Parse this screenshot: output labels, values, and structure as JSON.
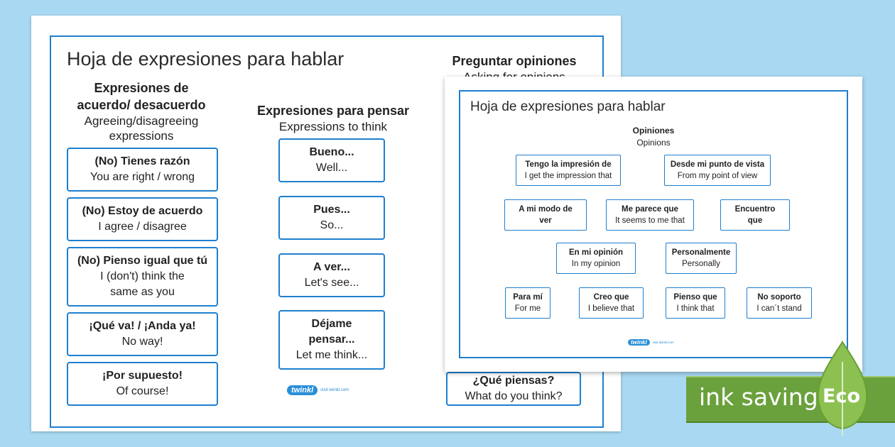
{
  "back_sheet": {
    "title": "Hoja de expresiones para hablar",
    "col1": {
      "heading": "Expresiones de acuerdo/ desacuerdo",
      "subheading": "Agreeing/disagreeing expressions",
      "items": [
        {
          "es": "(No) Tienes razón",
          "en": "You are right / wrong"
        },
        {
          "es": "(No) Estoy de acuerdo",
          "en": "I agree / disagree"
        },
        {
          "es": "(No) Pienso igual que tú",
          "en": "I (don't) think the same as you"
        },
        {
          "es": "¡Qué va! / ¡Anda ya!",
          "en": "No way!"
        },
        {
          "es": "¡Por supuesto!",
          "en": "Of course!"
        }
      ]
    },
    "col2": {
      "heading": "Expresiones para pensar",
      "subheading": "Expressions to think",
      "items": [
        {
          "es": "Bueno...",
          "en": "Well..."
        },
        {
          "es": "Pues...",
          "en": "So..."
        },
        {
          "es": "A ver...",
          "en": "Let's see..."
        },
        {
          "es": "Déjame pensar...",
          "en": "Let me think..."
        }
      ]
    },
    "col3": {
      "heading": "Preguntar opiniones",
      "subheading": "Asking for opinions",
      "item": {
        "es": "¿Qué piensas?",
        "en": "What do you think?"
      }
    },
    "logo": {
      "brand": "twinkl",
      "url": "visit twinkl.com"
    }
  },
  "front_sheet": {
    "title": "Hoja de expresiones para hablar",
    "heading": "Opiniones",
    "subheading": "Opinions",
    "items": [
      {
        "es": "Tengo la impresión de",
        "en": "I get the impression that"
      },
      {
        "es": "Desde mi punto de vista",
        "en": "From my point of view"
      },
      {
        "es": "A mi modo de ver",
        "en": ""
      },
      {
        "es": "Me parece que",
        "en": "It seems to me that"
      },
      {
        "es": "Encuentro que",
        "en": ""
      },
      {
        "es": "En mi opinión",
        "en": "In my opinion"
      },
      {
        "es": "Personalmente",
        "en": "Personally"
      },
      {
        "es": "Para mí",
        "en": "For me"
      },
      {
        "es": "Creo que",
        "en": "I believe that"
      },
      {
        "es": "Pienso que",
        "en": "I think that"
      },
      {
        "es": "No soporto",
        "en": "I can´t stand"
      }
    ],
    "logo": {
      "brand": "twinkl",
      "url": "visit twinkl.com"
    }
  },
  "badge": {
    "text": "ink saving",
    "label": "Eco",
    "color": "#6aa13c"
  }
}
